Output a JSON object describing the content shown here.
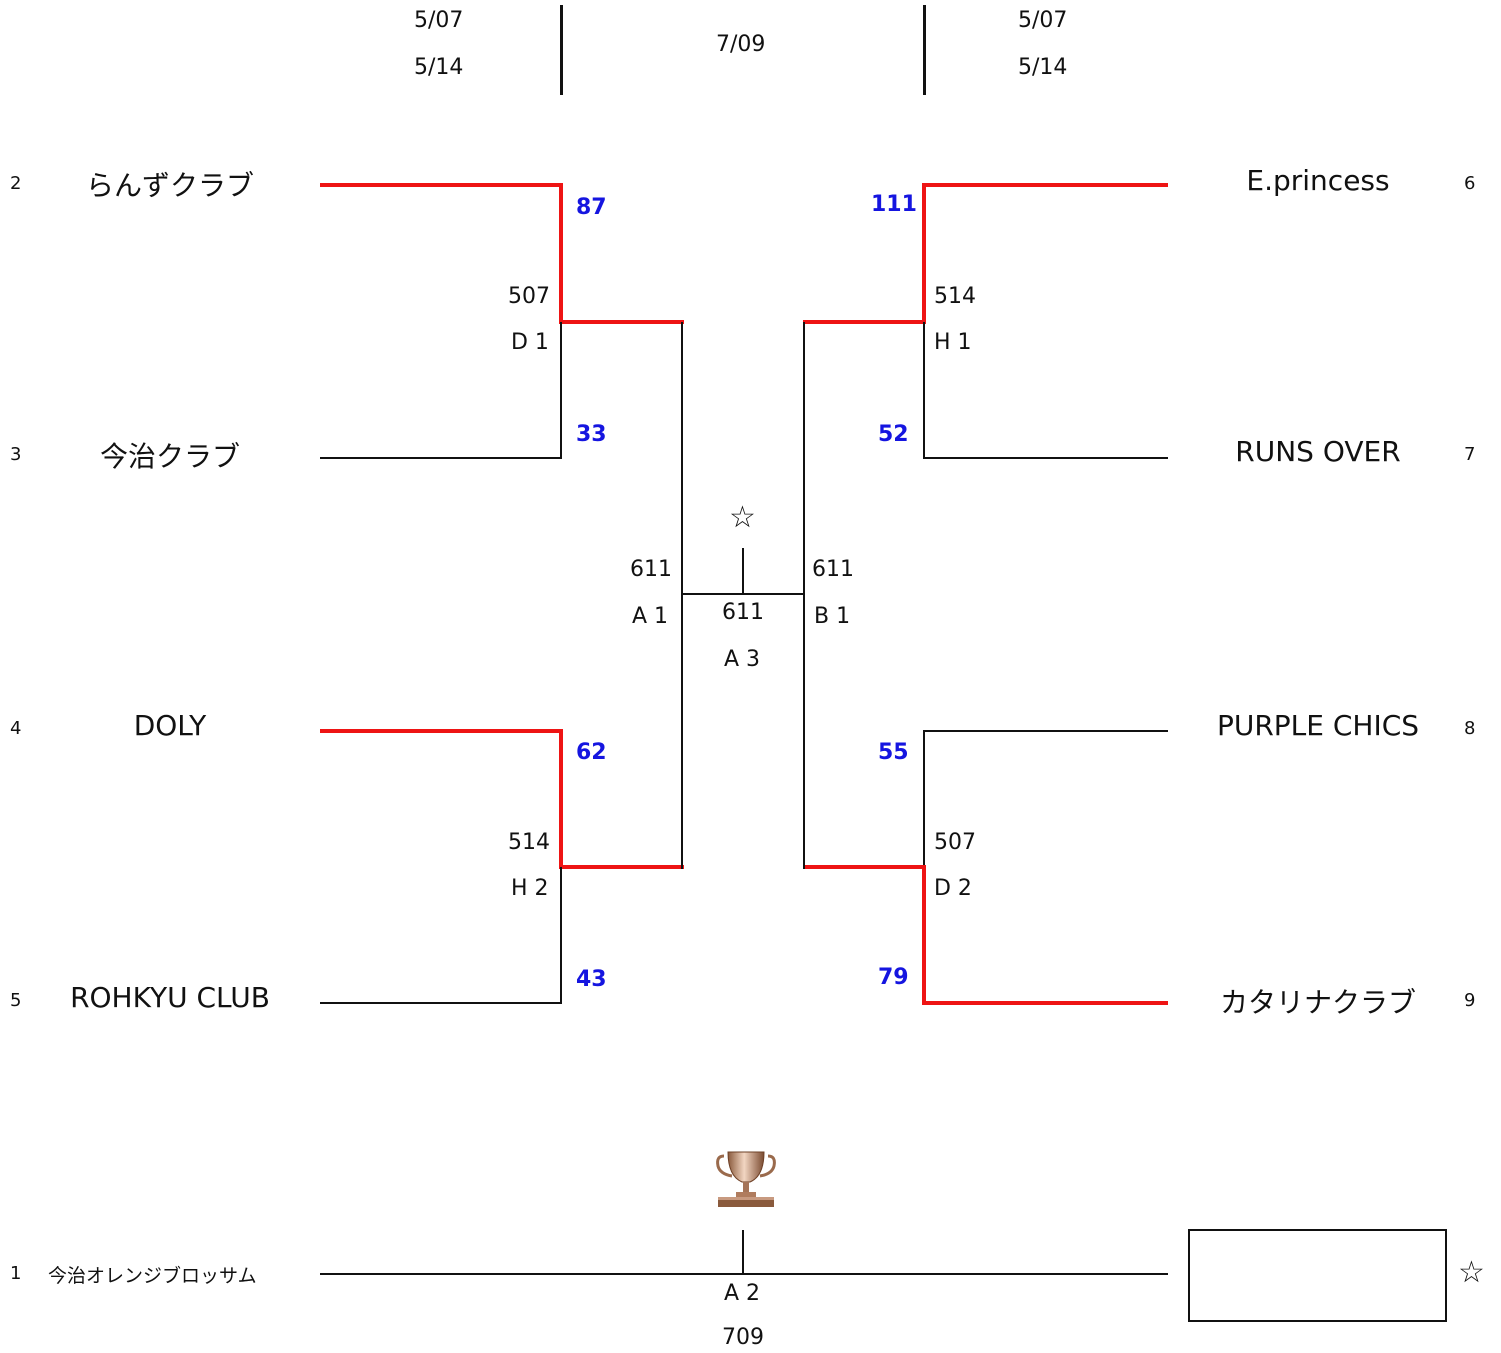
{
  "header": {
    "left_dates": [
      "5/07",
      "5/14"
    ],
    "center_date": "7/09",
    "right_dates": [
      "5/07",
      "5/14"
    ]
  },
  "teams": {
    "t2": {
      "seed": "2",
      "name": "らんずクラブ"
    },
    "t3": {
      "seed": "3",
      "name": "今治クラブ"
    },
    "t4": {
      "seed": "4",
      "name": "DOLY"
    },
    "t5": {
      "seed": "5",
      "name": "ROHKYU CLUB"
    },
    "t6": {
      "seed": "6",
      "name": "E.princess"
    },
    "t7": {
      "seed": "7",
      "name": "RUNS OVER"
    },
    "t8": {
      "seed": "8",
      "name": "PURPLE CHICS"
    },
    "t9": {
      "seed": "9",
      "name": "カタリナクラブ"
    },
    "t1": {
      "seed": "1",
      "name": "今治オレンジブロッサム"
    }
  },
  "matches": {
    "d1": {
      "date": "507",
      "court": "D 1",
      "score_top": "87",
      "score_bottom": "33"
    },
    "h2": {
      "date": "514",
      "court": "H 2",
      "score_top": "62",
      "score_bottom": "43"
    },
    "h1": {
      "date": "514",
      "court": "H 1",
      "score_top": "111",
      "score_bottom": "52"
    },
    "d2": {
      "date": "507",
      "court": "D 2",
      "score_top": "55",
      "score_bottom": "79"
    },
    "a1": {
      "date": "611",
      "court": "A 1"
    },
    "b1": {
      "date": "611",
      "court": "B 1"
    },
    "a3": {
      "date": "611",
      "court": "A 3"
    },
    "a2": {
      "court": "A 2",
      "date": "709"
    }
  },
  "symbols": {
    "star": "☆",
    "trophy_icon": "trophy-icon"
  },
  "colors": {
    "winner_line": "#ee1414",
    "score": "#1515e0",
    "line": "#111111"
  }
}
